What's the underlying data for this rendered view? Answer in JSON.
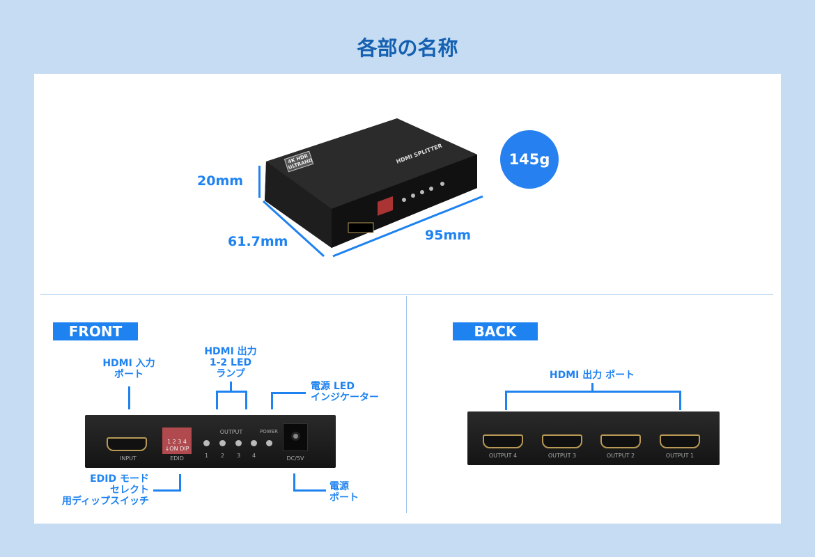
{
  "title": "各部の名称",
  "dimensions": {
    "height": "20mm",
    "depth": "61.7mm",
    "width": "95mm",
    "weight": "145g"
  },
  "product_print": {
    "name": "HDMI SPLITTER",
    "badge": "4K HDR ULTRAHD"
  },
  "front": {
    "tag": "FRONT",
    "callouts": {
      "hdmi_in": [
        "HDMI 入力",
        "ポート"
      ],
      "hdmi_led": [
        "HDMI 出力",
        "1-2 LED",
        "ランプ"
      ],
      "power_led": [
        "電源 LED",
        "インジケーター"
      ],
      "edid": [
        "EDID モード",
        "セレクト",
        "用ディップスイッチ"
      ],
      "power_port": [
        "電源",
        "ポート"
      ]
    },
    "panel": {
      "input": "INPUT",
      "edid": "EDID",
      "dip_numbers": "1 2 3 4",
      "dip_text": "↓ON DIP",
      "output": "OUTPUT",
      "power": "POWER",
      "led_numbers": [
        "1",
        "2",
        "3",
        "4"
      ],
      "dc": "DC/5V"
    }
  },
  "back": {
    "tag": "BACK",
    "callout": "HDMI 出力 ポート",
    "ports": [
      "OUTPUT 4",
      "OUTPUT 3",
      "OUTPUT 2",
      "OUTPUT 1"
    ]
  },
  "colors": {
    "accent": "#1e82f0",
    "title": "#1560b0",
    "background": "#c5dcf3"
  }
}
